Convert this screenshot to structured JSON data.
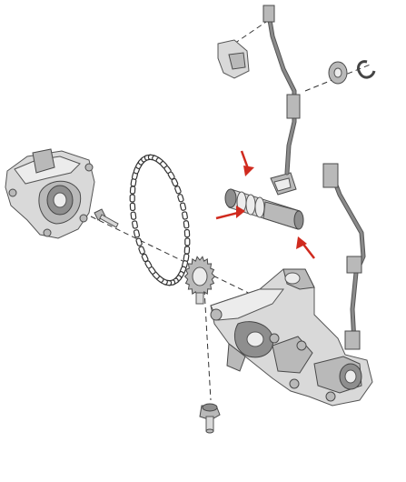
{
  "diagram": {
    "parts": [
      {
        "name": "timing-cover",
        "label": ""
      },
      {
        "name": "cover-bolt",
        "label": ""
      },
      {
        "name": "timing-chain",
        "label": ""
      },
      {
        "name": "oil-pump-sprocket",
        "label": ""
      },
      {
        "name": "oil-pump-housing",
        "label": ""
      },
      {
        "name": "pump-bolt",
        "label": ""
      },
      {
        "name": "solenoid-valve",
        "label": ""
      },
      {
        "name": "wire-harness-upper",
        "label": ""
      },
      {
        "name": "wire-harness-lower",
        "label": ""
      },
      {
        "name": "harness-connector",
        "label": ""
      },
      {
        "name": "seal-ring",
        "label": ""
      },
      {
        "name": "circlip",
        "label": ""
      }
    ],
    "arrows": [
      {
        "name": "highlight-arrow-top",
        "color": "#d02a1e"
      },
      {
        "name": "highlight-arrow-left",
        "color": "#d02a1e"
      },
      {
        "name": "highlight-arrow-bottom",
        "color": "#d02a1e"
      }
    ],
    "highlight_color": "#d02a1e",
    "line_color": "#333333",
    "part_color": "#d9d9d9"
  }
}
